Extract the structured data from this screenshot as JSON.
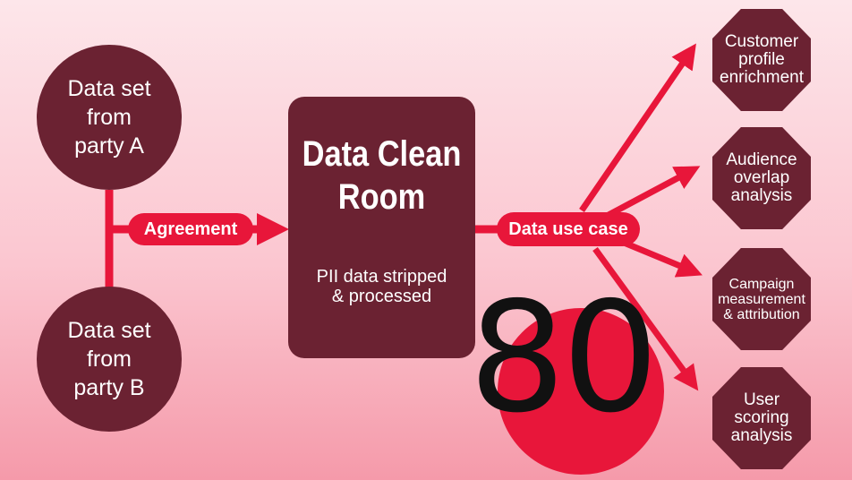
{
  "parties": {
    "a": "Data set\nfrom\nparty A",
    "b": "Data set\nfrom\nparty B"
  },
  "agreement_label": "Agreement",
  "clean_room": {
    "title": "Data Clean\nRoom",
    "subtitle": "PII data stripped\n& processed"
  },
  "use_case_label": "Data use case",
  "use_cases": [
    "Customer\nprofile\nenrichment",
    "Audience\noverlap\nanalysis",
    "Campaign\nmeasurement\n& attribution",
    "User\nscoring\nanalysis"
  ],
  "badge_number": "80",
  "colors": {
    "dark": "#6b2232",
    "accent": "#e8163a"
  }
}
